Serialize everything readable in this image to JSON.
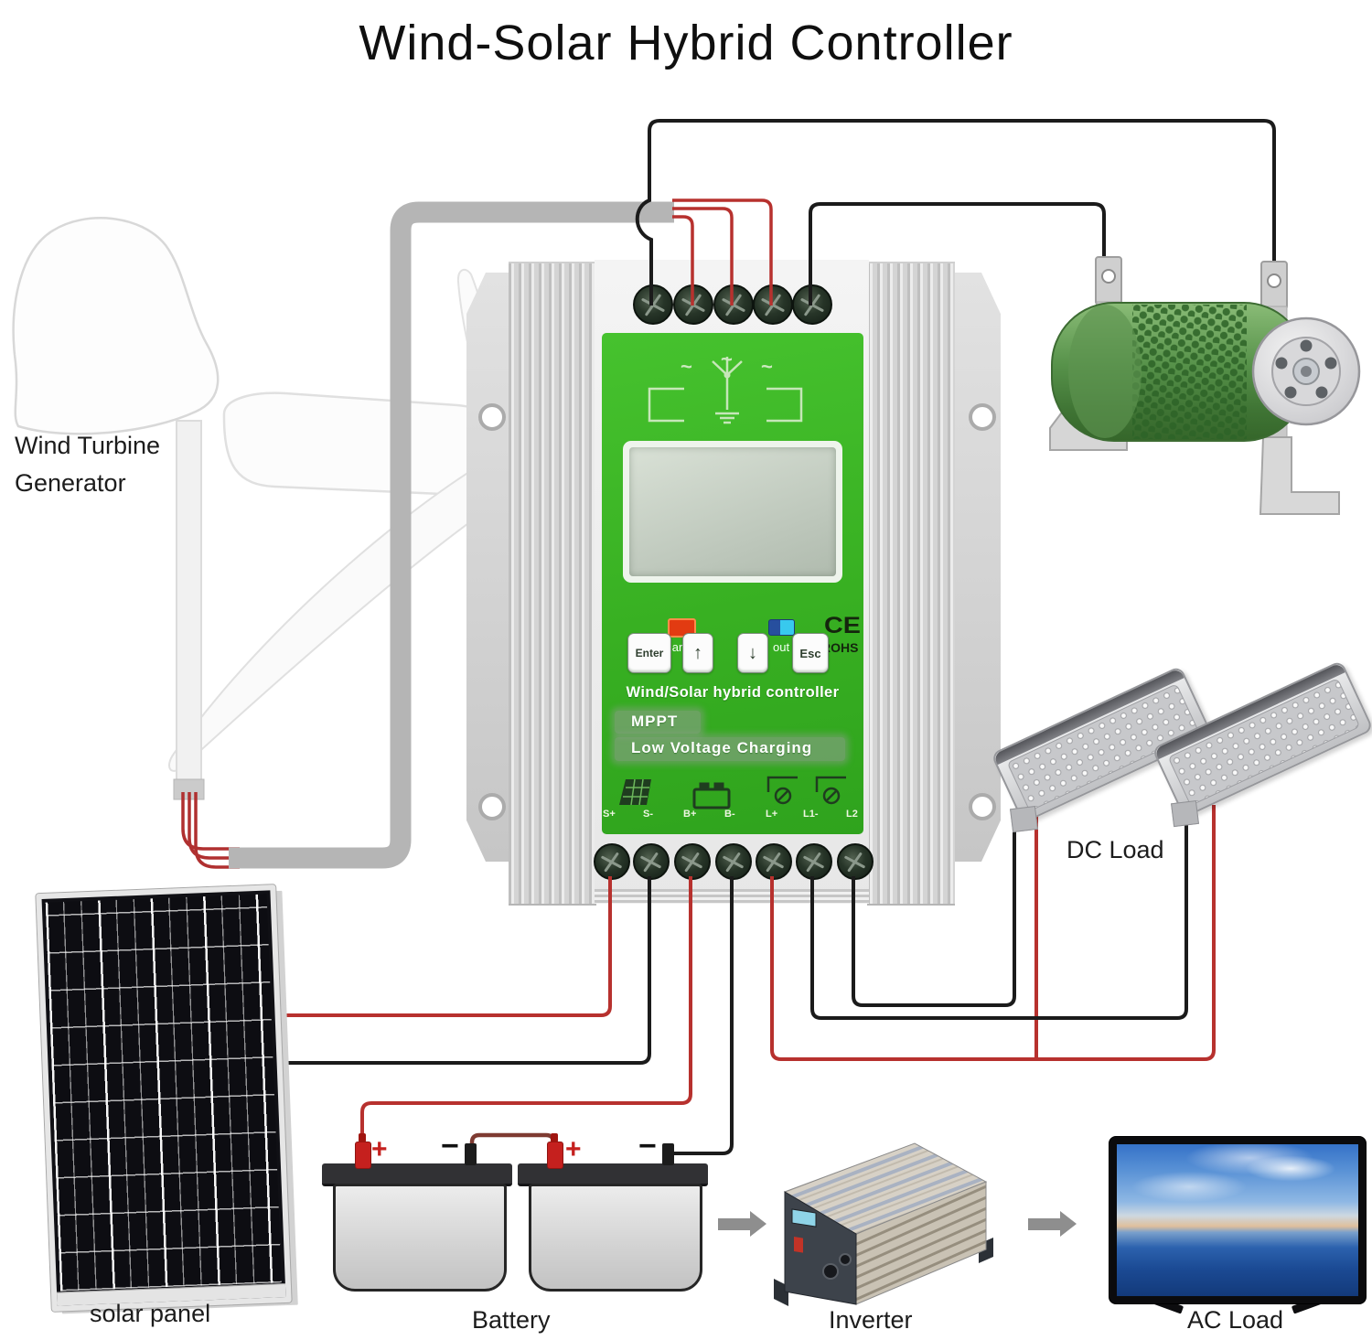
{
  "title": "Wind-Solar Hybrid Controller",
  "labels": {
    "wind_turbine_line1": "Wind Turbine",
    "wind_turbine_line2": "Generator",
    "solar_panel": "solar panel",
    "battery": "Battery",
    "inverter": "Inverter",
    "ac_load": "AC Load",
    "dc_load": "DC Load"
  },
  "controller": {
    "indicators": {
      "charge_label": "charge",
      "out_label": "out",
      "ce_mark": "CE",
      "rohs_mark": "ROHS",
      "charge_led_color": "#e23b12",
      "out_led_color": "#38c9ee"
    },
    "buttons": {
      "enter": "Enter",
      "up": "↑",
      "down": "↓",
      "esc": "Esc"
    },
    "branding": {
      "product_name": "Wind/Solar hybrid controller",
      "feature_badge_1": "MPPT",
      "feature_badge_2": "Low Voltage Charging"
    },
    "terminal_labels": [
      "S+",
      "S-",
      "B+",
      "B-",
      "L+",
      "L1-",
      "L2"
    ],
    "symbols": {
      "tilde": "~"
    },
    "panel_color": "#3ab524"
  },
  "battery_bank": {
    "positive_sign": "+",
    "negative_sign": "−"
  },
  "wire_colors": {
    "positive_red": "#b7312e",
    "negative_black": "#1b1b1b",
    "turbine_cable_gray": "#b5b5b5"
  },
  "icon_names": [
    "wind-turbine-glyph-icon",
    "solar-terminal-icon",
    "battery-terminal-icon",
    "dc-load-terminal-icon",
    "flow-arrow-icon",
    "arrow-up-icon",
    "arrow-down-icon"
  ]
}
